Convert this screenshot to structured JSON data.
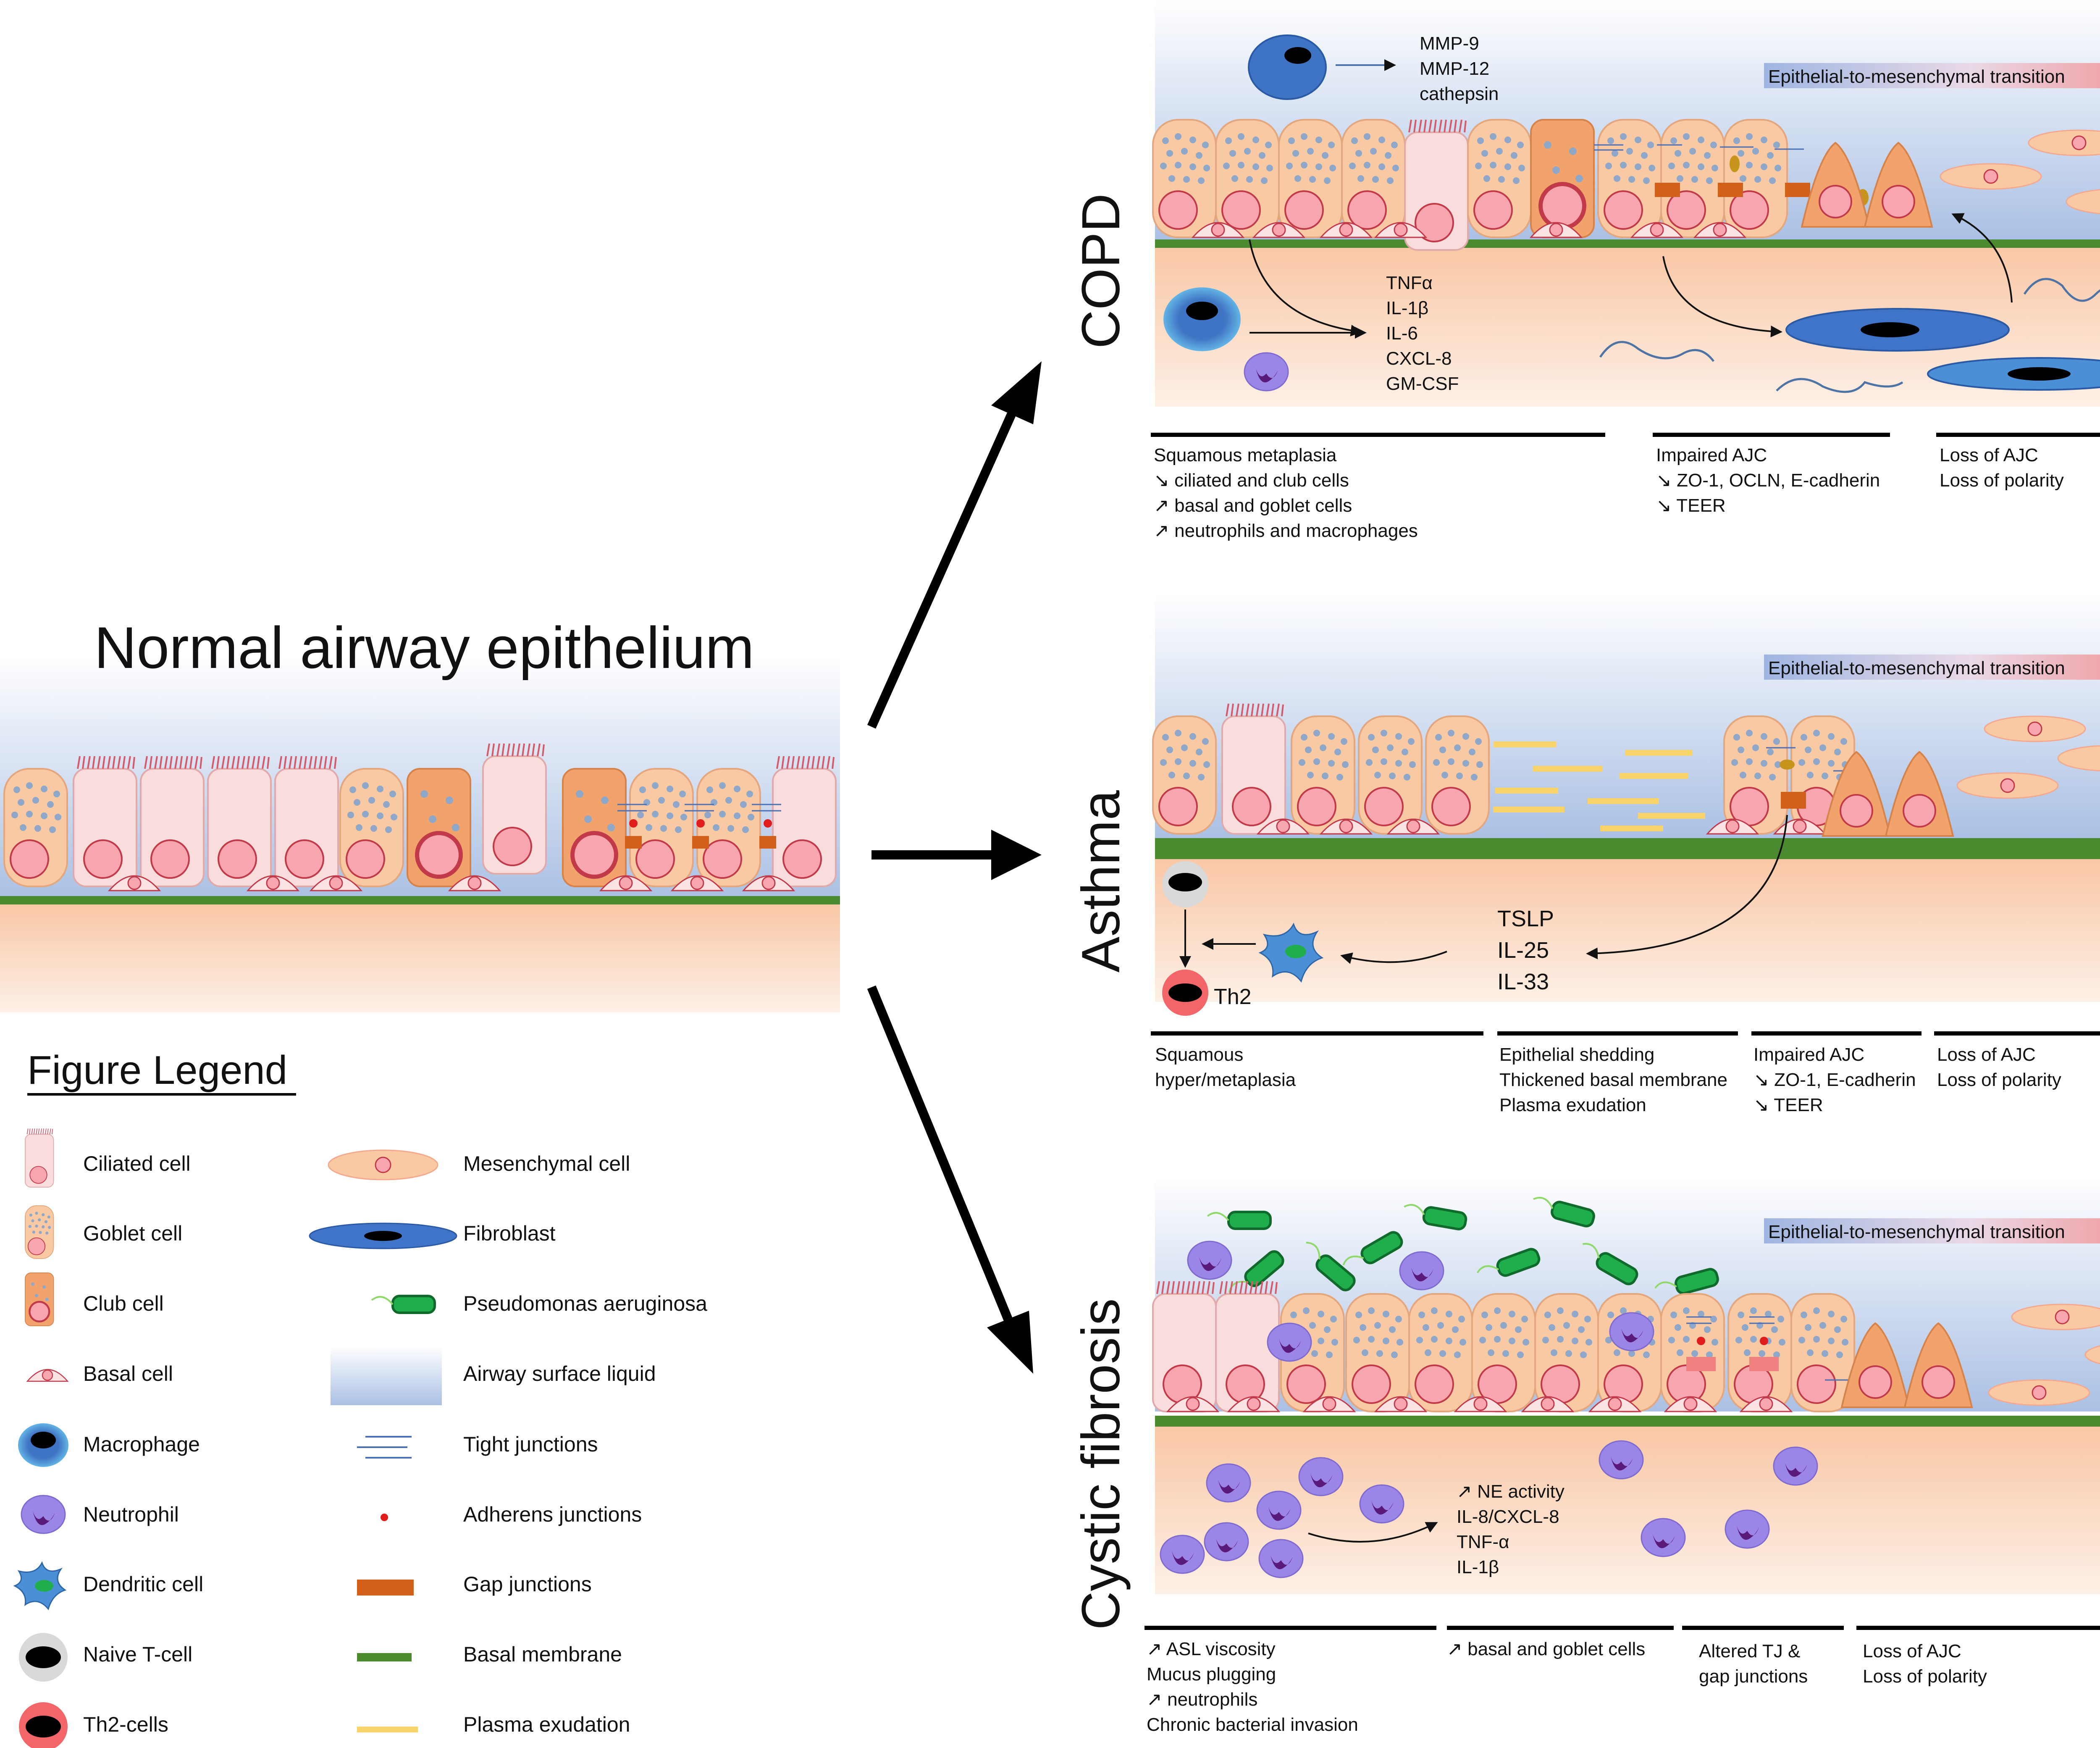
{
  "main_title": "Normal airway epithelium",
  "legend_title": "Figure Legend",
  "legend_left": [
    "Ciliated cell",
    "Goblet cell",
    "Club cell",
    "Basal cell",
    "Macrophage",
    "Neutrophil",
    "Dendritic cell",
    "Naive T-cell",
    "Th2-cells"
  ],
  "legend_right": [
    "Mesenchymal cell",
    "Fibroblast",
    "Pseudomonas aeruginosa",
    "Airway surface liquid",
    "Tight junctions",
    "Adherens junctions",
    "Gap junctions",
    "Basal membrane",
    "Plasma exudation"
  ],
  "emt_label": "Epithelial-to-mesenchymal transition",
  "copd": {
    "title": "COPD",
    "proteases": [
      "MMP-9",
      "MMP-12",
      "cathepsin"
    ],
    "cytokines": [
      "TNFα",
      "IL-1β",
      "IL-6",
      "CXCL-8",
      "GM-CSF"
    ],
    "col1": [
      "Squamous metaplasia",
      "↘ ciliated and club cells",
      "↗ basal and goblet cells",
      "↗ neutrophils and macrophages"
    ],
    "col2": [
      "Impaired AJC",
      "↘ ZO-1, OCLN, E-cadherin",
      "↘ TEER"
    ],
    "col3": [
      "Loss of AJC",
      "Loss of polarity"
    ]
  },
  "asthma": {
    "title": "Asthma",
    "cytokines": [
      "TSLP",
      "IL-25",
      "IL-33"
    ],
    "th2_label": "Th2",
    "col1": [
      "Squamous",
      "hyper/metaplasia"
    ],
    "col2": [
      "Epithelial shedding",
      "Thickened basal membrane",
      "Plasma exudation"
    ],
    "col3": [
      "Impaired AJC",
      "↘ ZO-1, E-cadherin",
      "↘ TEER"
    ],
    "col4": [
      "Loss of AJC",
      "Loss of polarity"
    ]
  },
  "cf": {
    "title": "Cystic fibrosis",
    "mediators": [
      "↗ NE activity",
      "IL-8/CXCL-8",
      "TNF-α",
      "IL-1β"
    ],
    "col1": [
      "↗ ASL viscosity",
      "Mucus plugging",
      "↗ neutrophils",
      "Chronic bacterial invasion"
    ],
    "col2": [
      "↗ basal and goblet cells"
    ],
    "col3": [
      "Altered TJ &",
      "gap junctions"
    ],
    "col4": [
      "Loss of AJC",
      "Loss of polarity"
    ]
  },
  "colors": {
    "epithelium": "#f9c9a4",
    "ciliated": "#f9dcdc",
    "nucleus": "#f7a6b0",
    "membrane": "#4b8a2e",
    "macrophage": "#4b8fd6",
    "neutrophil": "#9b86e8",
    "fibroblast": "#3f74c8",
    "bacteria": "#1fae4b",
    "gap": "#d2601a",
    "plasma": "#f7d36a"
  }
}
